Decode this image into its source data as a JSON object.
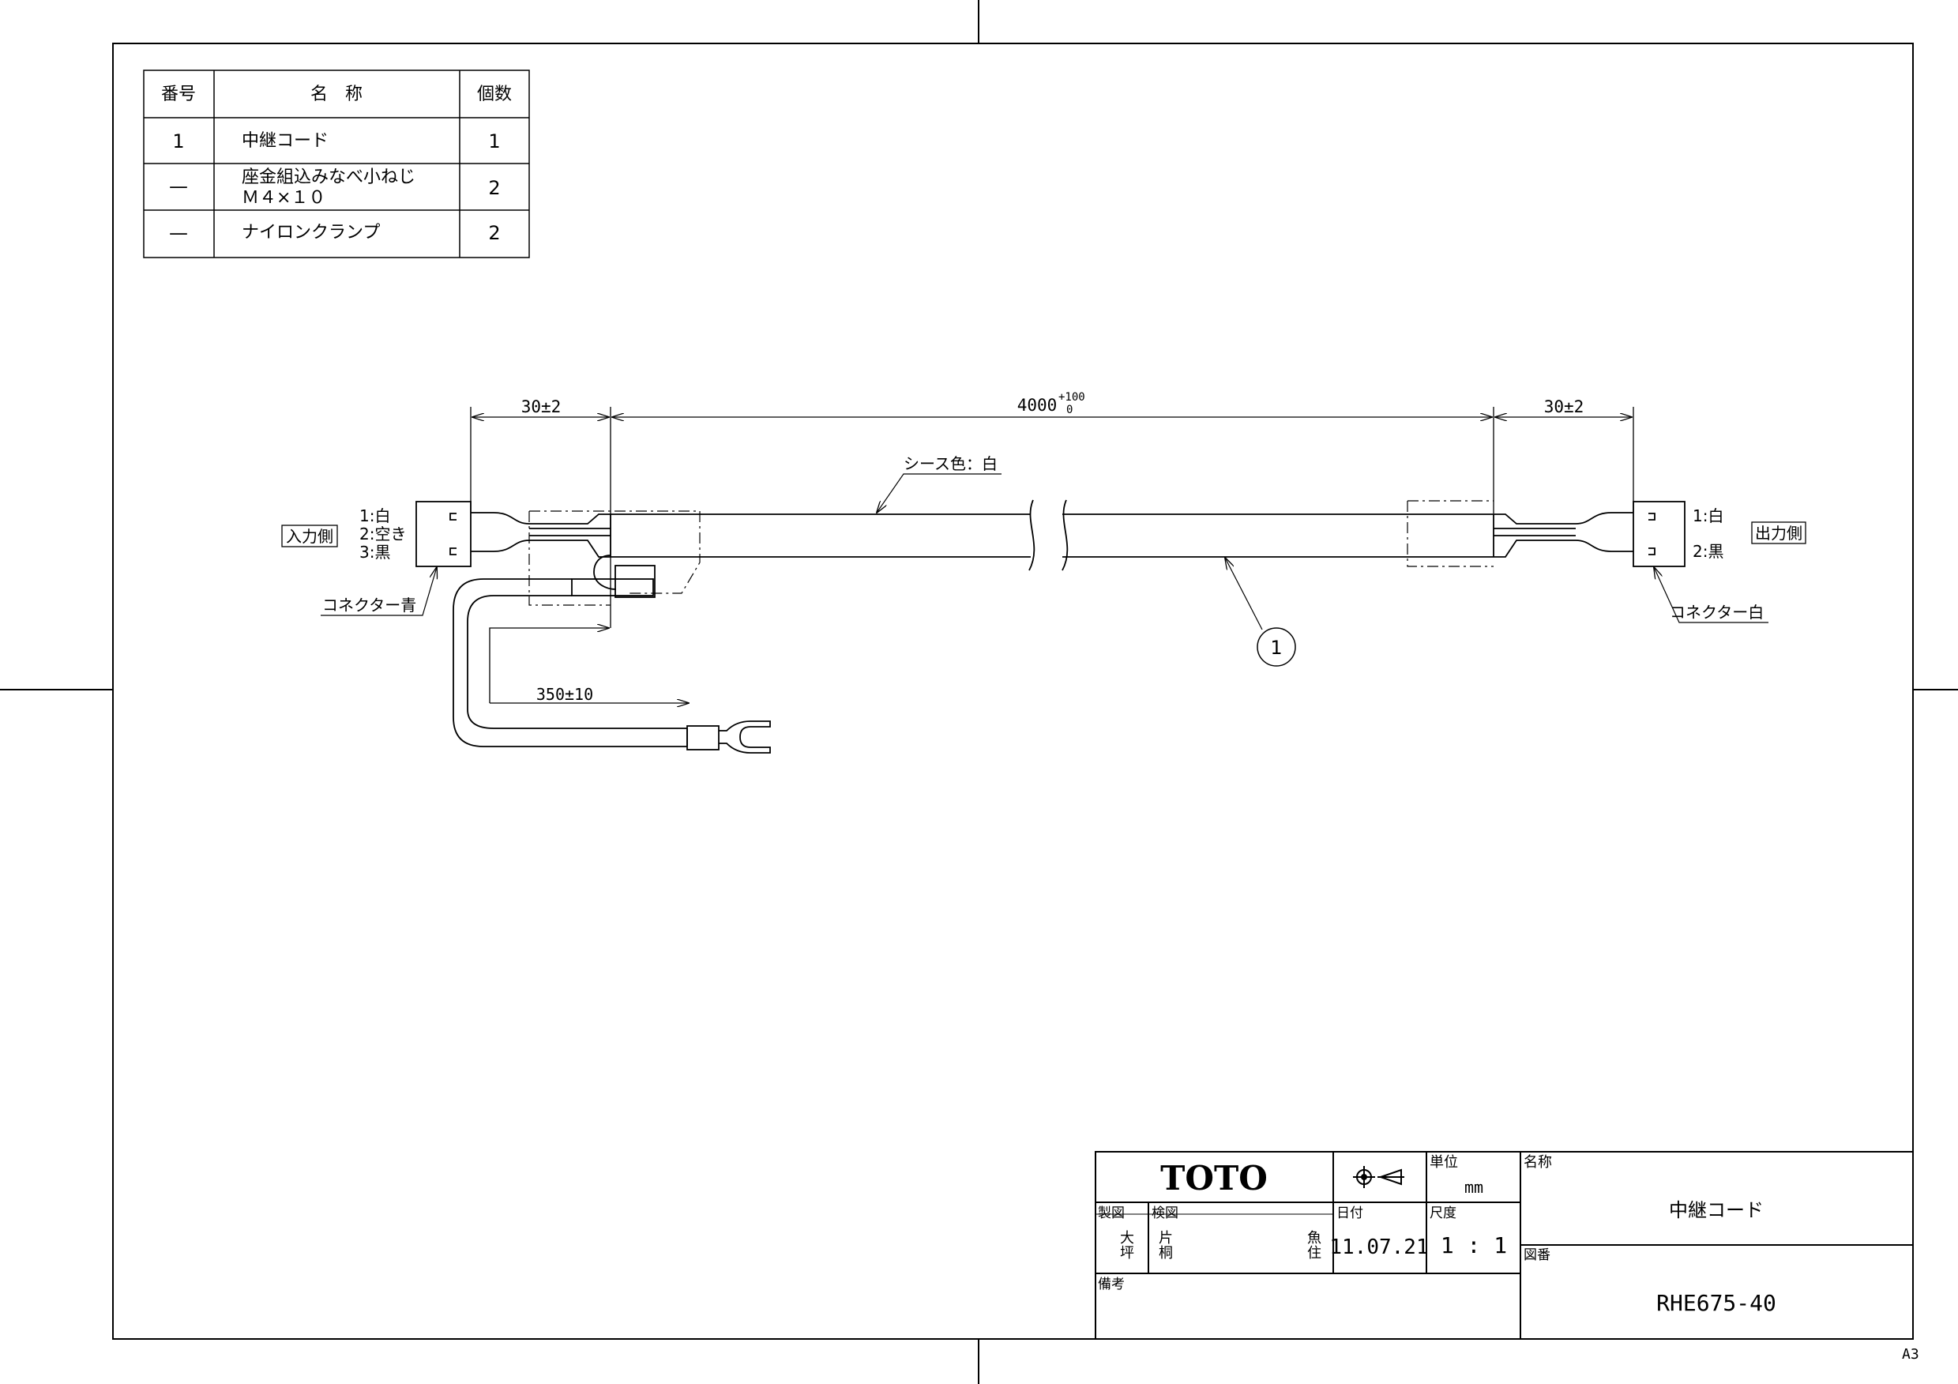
{
  "parts_table": {
    "headers": {
      "number": "番号",
      "name": "名　称",
      "qty": "個数"
    },
    "rows": [
      {
        "number": "1",
        "name": "中継コード",
        "name2": "",
        "qty": "1"
      },
      {
        "number": "—",
        "name": "座金組込みなべ小ねじ",
        "name2": "Ｍ４×１０",
        "qty": "2"
      },
      {
        "number": "—",
        "name": "ナイロンクランプ",
        "name2": "",
        "qty": "2"
      }
    ]
  },
  "dimensions": {
    "left_lead": "30±2",
    "cord_length": "4000",
    "cord_tol_upper": "+100",
    "cord_tol_lower": "0",
    "right_lead": "30±2",
    "ground_lead": "350±10"
  },
  "annotations": {
    "sheath_color": "シース色：白",
    "input_side": "入力側",
    "output_side": "出力側",
    "input_pins": [
      "1:白",
      "2:空き",
      "3:黒"
    ],
    "output_pins": [
      "1:白",
      "2:黒"
    ],
    "connector_blue": "コネクター青",
    "connector_white": "コネクター白",
    "balloon_number": "1"
  },
  "title_block": {
    "company": "TOTO",
    "unit_label": "単位",
    "unit_value": "mm",
    "name_label": "名称",
    "name_value": "中継コード",
    "drawn_label": "製図",
    "drawn_by": "大\n坪",
    "checked_label": "検図",
    "checked_by_1": "片\n桐",
    "checked_by_2": "魚\n住",
    "date_label": "日付",
    "date_value": "11.07.21",
    "scale_label": "尺度",
    "scale_value": "1 : 1",
    "drawing_no_label": "図番",
    "drawing_no_value": "RHE675-40",
    "remarks_label": "備考"
  },
  "sheet_size": "A3"
}
